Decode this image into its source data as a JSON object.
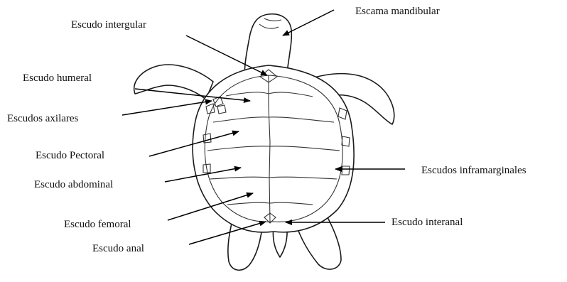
{
  "labels": {
    "escama_mandibular": "Escama mandibular",
    "escudo_intergular": "Escudo intergular",
    "escudo_humeral": "Escudo humeral",
    "escudos_axilares": "Escudos axilares",
    "escudo_pectoral": "Escudo Pectoral",
    "escudo_abdominal": "Escudo abdominal",
    "escudos_inframarginales": "Escudos inframarginales",
    "escudo_femoral": "Escudo femoral",
    "escudo_interanal": "Escudo interanal",
    "escudo_anal": "Escudo anal"
  }
}
